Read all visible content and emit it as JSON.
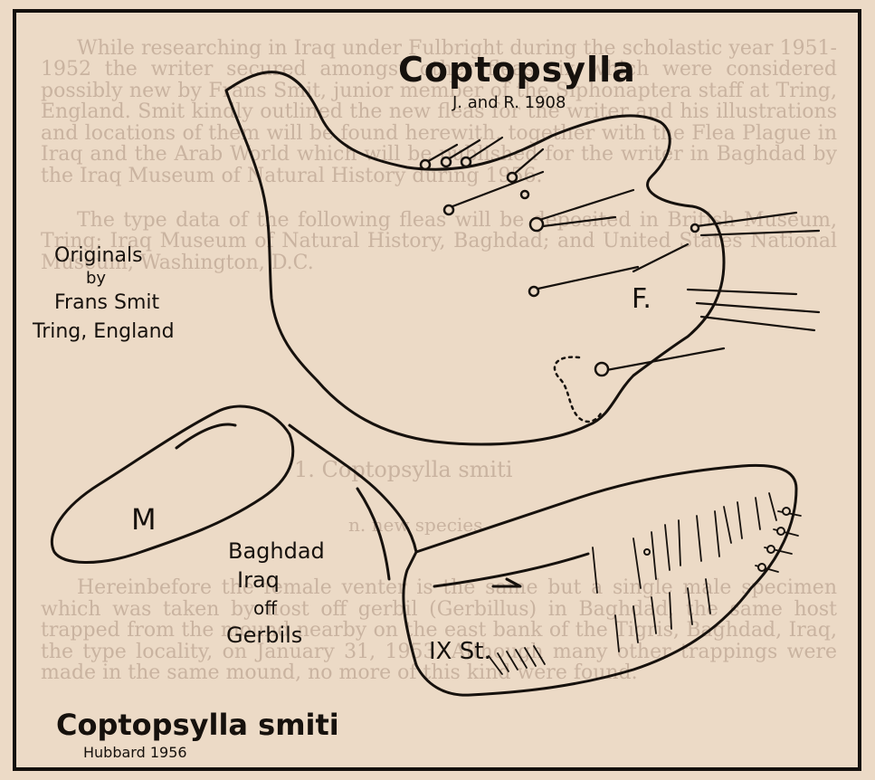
{
  "labels": {
    "title_genus": "Coptopsylla",
    "title_author": "J. and R. 1908",
    "originals_line1": "Originals",
    "originals_line2": "by",
    "originals_line3": "Frans Smit",
    "originals_line4": "Tring, England",
    "label_f": "F.",
    "label_m": "M",
    "label_ixst": "IX St.",
    "locality_line1": "Baghdad",
    "locality_line2": "Iraq",
    "locality_line3": "off",
    "locality_line4": "Gerbils",
    "species_name": "Coptopsylla smiti",
    "species_author": "Hubbard 1956"
  },
  "background_text": {
    "para1": "While researching in Iraq under Fulbright during the scholastic year 1951-1952 the writer secured amongst other fleas six which were considered possibly new by Frans Smit, junior member of the Siphonaptera staff at Tring, England. Smit kindly outlined the new fleas for the writer and his illustrations and locations of them will be found herewith, together with the Flea Plague in Iraq and the Arab World which will be published for the writer in Baghdad by the Iraq Museum of Natural History during 1956.",
    "para2": "The type data of the following fleas will be deposited in British Museum, Tring; Iraq Museum of Natural History, Baghdad; and United States National Museum, Washington, D.C.",
    "heading": "1. Coptopsylla smiti",
    "subheading": "n. new species",
    "para3": "Hereinbefore the female venter is the same but a single male specimen which was taken by host off gerbil (Gerbillus) in Baghdad, the same host trapped from the mound nearby on the east bank of the Tigris, Baghdad, Iraq, the type locality, on January 31, 1953. Although many other trappings were made in the same mound, no more of this kind were found."
  }
}
